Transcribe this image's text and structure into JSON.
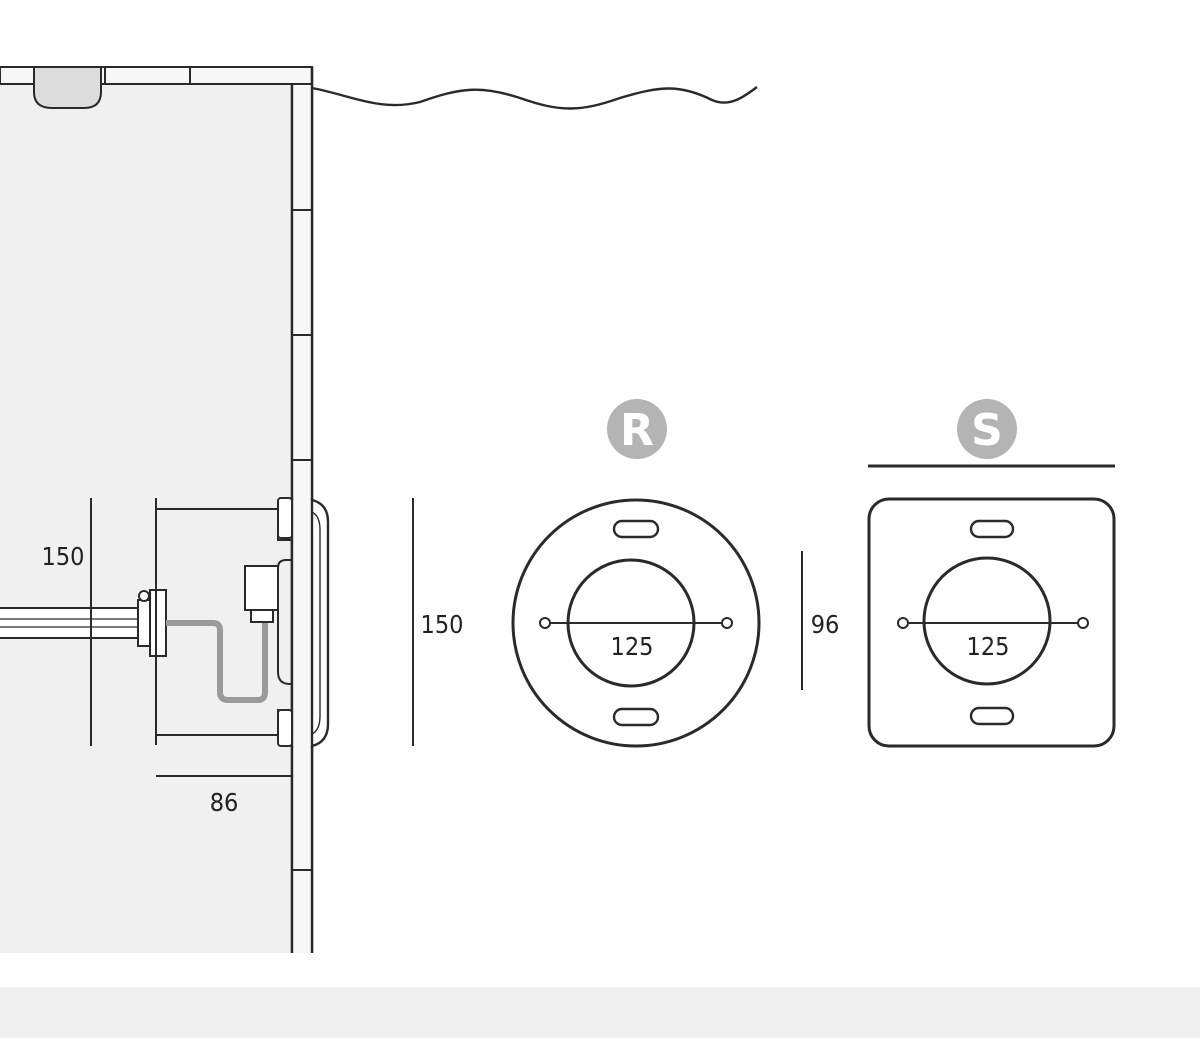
{
  "dimensions": {
    "side_height_left": "150",
    "side_depth": "86",
    "side_height_right": "150",
    "round_diameter": "125",
    "square_height": "96",
    "square_diameter": "125"
  },
  "badges": {
    "round": "R",
    "square": "S"
  },
  "colors": {
    "line": "#2a2a2a",
    "pool_fill": "#f0f0f0",
    "badge_fill": "#b4b4b4",
    "cable": "#9a9a9a",
    "background_band": "#efefef"
  }
}
